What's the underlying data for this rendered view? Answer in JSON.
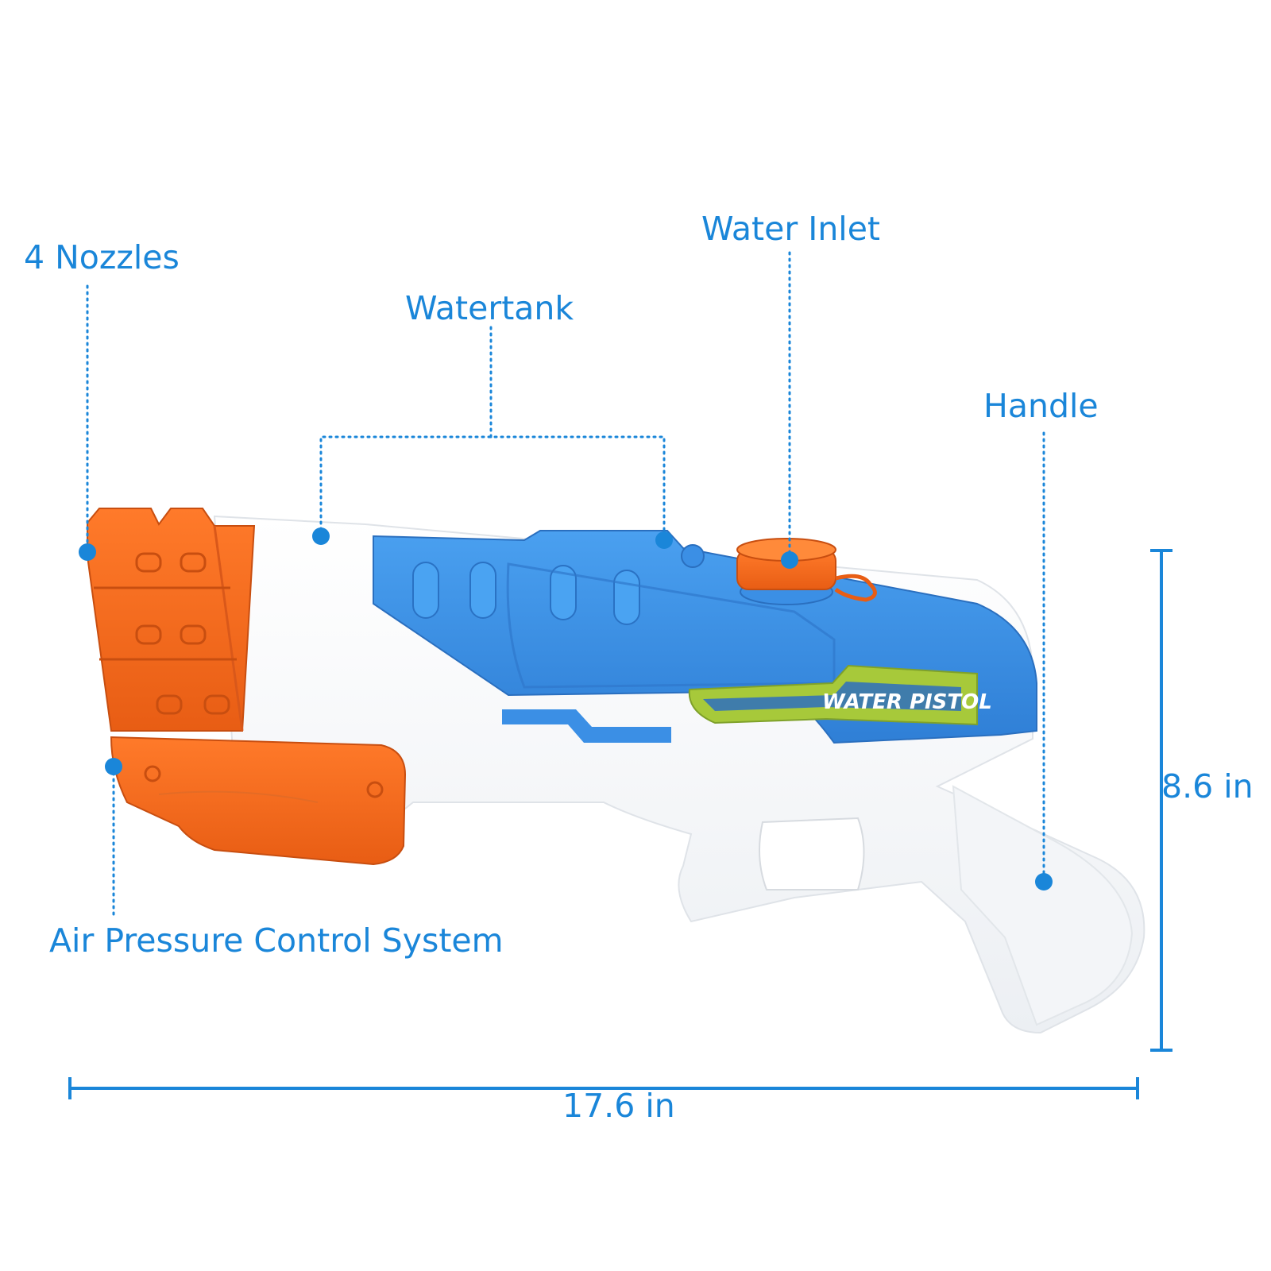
{
  "callouts": {
    "nozzles": "4 Nozzles",
    "watertank": "Watertank",
    "water_inlet": "Water Inlet",
    "handle": "Handle",
    "air_pressure": "Air Pressure Control System"
  },
  "dimensions": {
    "length": "17.6 in",
    "height": "8.6 in"
  },
  "product_decal": "WATER PISTOL",
  "colors": {
    "label_blue": "#1a86d9",
    "body_blue": "#3a8ee6",
    "orange": "#f26f21",
    "white_body": "#f7f8fa",
    "decal_green": "#a7c93a"
  }
}
